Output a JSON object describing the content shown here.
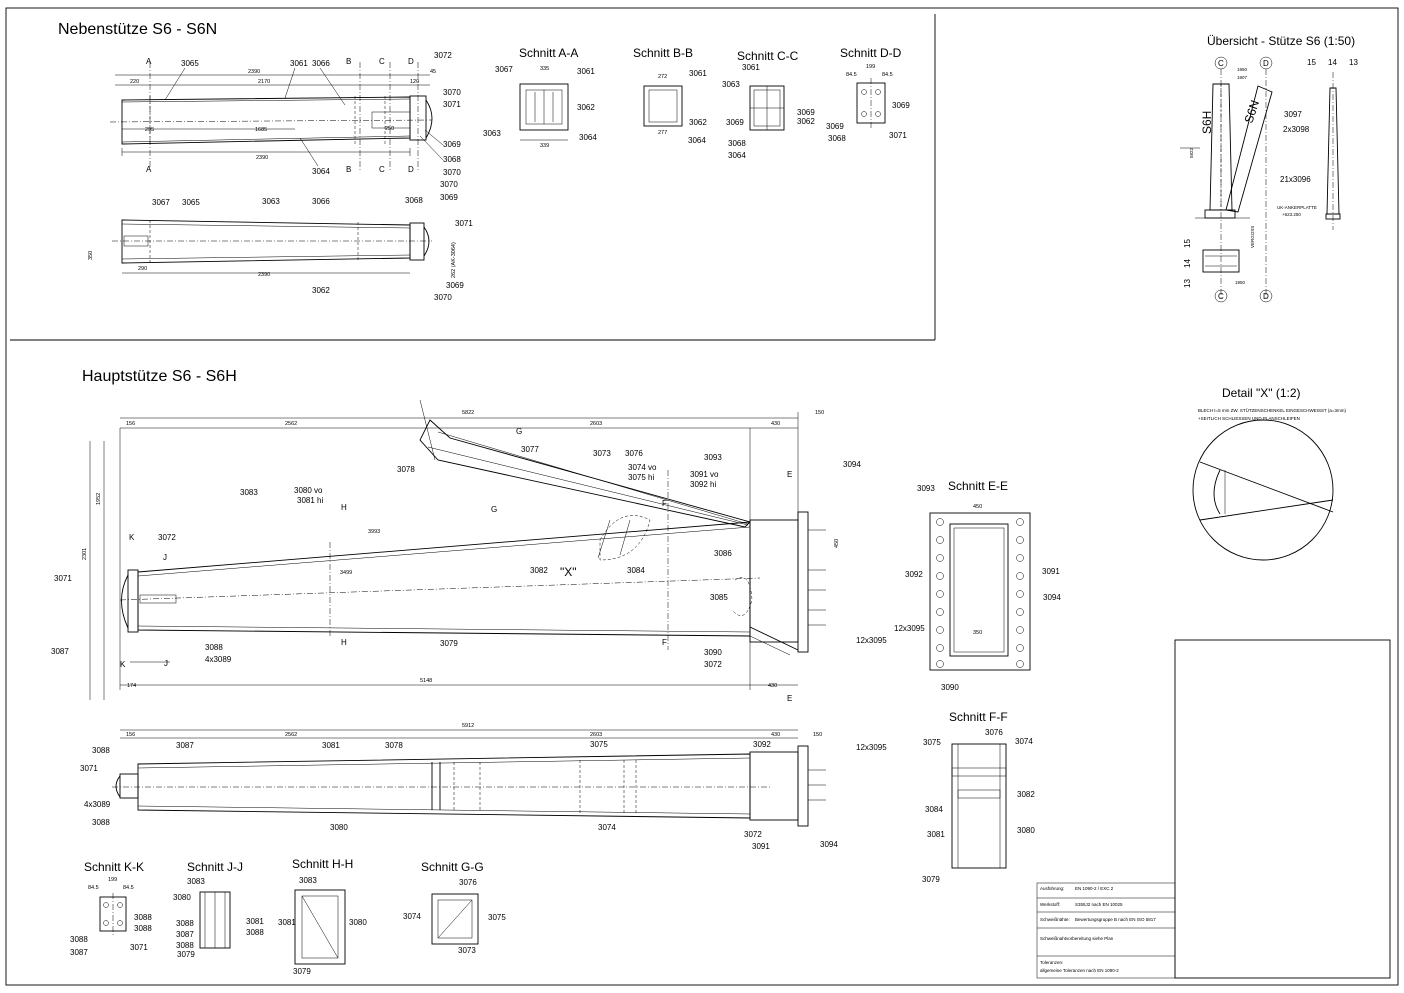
{
  "titles": {
    "neben": "Nebenstütze S6 - S6N",
    "haupt": "Hauptstütze S6 - S6H",
    "uebersicht": "Übersicht - Stütze S6 (1:50)",
    "detail_x": "Detail \"X\" (1:2)",
    "detail_x_note1": "BLECH t=5 mm ZW. STÜTZENSCHENKEL EINGESCHWEISST (a=3mm)",
    "detail_x_note2": "+SEITLICH SCHLIESSEN UND PLANSCHLEIFEN",
    "x_marker": "\"X\""
  },
  "sections": {
    "aa": "Schnitt A-A",
    "bb": "Schnitt B-B",
    "cc": "Schnitt C-C",
    "dd": "Schnitt D-D",
    "ee": "Schnitt E-E",
    "ff": "Schnitt F-F",
    "kk": "Schnitt K-K",
    "jj": "Schnitt J-J",
    "hh": "Schnitt H-H",
    "gg": "Schnitt G-G"
  },
  "neben_view1": {
    "d_2390_top": "2390",
    "d_220": "220",
    "d_2170": "2170",
    "d_45": "45",
    "d_120": "120",
    "d_1685": "1685",
    "d_295": "295",
    "d_250": "250",
    "d_2390_bot": "2390",
    "p3065": "3065",
    "p3061": "3061",
    "p3066": "3066",
    "p3072": "3072",
    "p3070a": "3070",
    "p3071": "3071",
    "p3069": "3069",
    "p3068": "3068",
    "p3070b": "3070",
    "p3064": "3064",
    "cut_a": "A",
    "cut_b": "B",
    "cut_c": "C",
    "cut_d": "D"
  },
  "neben_view2": {
    "p3067": "3067",
    "p3065": "3065",
    "p3063": "3063",
    "p3066": "3066",
    "p3068": "3068",
    "p3069a": "3069",
    "p3070a": "3070",
    "p3071": "3071",
    "p3062": "3062",
    "p3069b": "3069",
    "p3070b": "3070",
    "d_290": "290",
    "d_2390": "2390",
    "d_350": "350",
    "d_ok": "262 (AK-3064)"
  },
  "sec_aa": {
    "p3067": "3067",
    "p3061": "3061",
    "p3062": "3062",
    "p3063": "3063",
    "p3064": "3064",
    "d_335": "335",
    "d_339": "339"
  },
  "sec_bb": {
    "p3061": "3061",
    "p3062": "3062",
    "p3064": "3064",
    "d_272": "272",
    "d_277": "277"
  },
  "sec_cc": {
    "p3061": "3061",
    "p3063": "3063",
    "p3069a": "3069",
    "p3062": "3062",
    "p3069b": "3069",
    "p3068": "3068",
    "p3064": "3064"
  },
  "sec_dd": {
    "p3069a": "3069",
    "p3069b": "3069",
    "p3068": "3068",
    "p3071": "3071",
    "d_199": "199",
    "d_845a": "84.5",
    "d_845b": "84.5"
  },
  "uebersicht": {
    "c_top": "C",
    "d_top": "D",
    "c_bot": "C",
    "d_bot": "D",
    "s6h": "S6H",
    "s6n": "S6N",
    "p3097": "3097",
    "p3098": "2x3098",
    "p3096": "21x3096",
    "ank": "UK-ANKERPLATTE",
    "ank_val": "+623.250",
    "d_1950a": "1950",
    "d_1907": "1907",
    "d_1950b": "1950",
    "r15": "15",
    "r14": "14",
    "r13": "13",
    "l15": "15",
    "l14": "14",
    "l13": "13",
    "d_5822": "5822",
    "vergoss": "VERGOSS"
  },
  "haupt_view1": {
    "d_5822": "5822",
    "d_156": "156",
    "d_2562": "2562",
    "d_2603": "2603",
    "d_430": "430",
    "d_150": "150",
    "d_3993": "3993",
    "d_3499": "3499",
    "d_5148": "5148",
    "d_174": "174",
    "d_430b": "430",
    "d_2301": "2301",
    "d_1952": "1952",
    "d_450": "450",
    "p3078": "3078",
    "p3077": "3077",
    "p3073": "3073",
    "p3076": "3076",
    "p3074": "3074 vo",
    "p3075": "3075 hi",
    "p3091": "3091 vo",
    "p3092": "3092 hi",
    "p3093": "3093",
    "p3094": "3094",
    "p3083": "3083",
    "p3080": "3080 vo",
    "p3081": "3081 hi",
    "p3072": "3072",
    "p3071": "3071",
    "p3082": "3082",
    "p3084": "3084",
    "p3086": "3086",
    "p3085": "3085",
    "p3079": "3079",
    "p3088": "3088",
    "p3089": "4x3089",
    "p3087": "3087",
    "p3090": "3090",
    "p3072b": "3072",
    "p3095": "12x3095",
    "cut_k": "K",
    "cut_h": "H",
    "cut_g": "G",
    "cut_e": "E",
    "cut_f": "F",
    "cut_j": "J"
  },
  "haupt_view2": {
    "d_5912": "5912",
    "d_2562": "2562",
    "d_2603": "2603",
    "d_430": "430",
    "d_156": "156",
    "d_150": "150",
    "p3088a": "3088",
    "p3087": "3087",
    "p3081": "3081",
    "p3078": "3078",
    "p3075": "3075",
    "p3092": "3092",
    "p3095": "12x3095",
    "p3071": "3071",
    "p3089": "4x3089",
    "p3088b": "3088",
    "p3080": "3080",
    "p3074": "3074",
    "p3072": "3072",
    "p3091": "3091",
    "p3094": "3094"
  },
  "sec_ee": {
    "p3093": "3093",
    "p3092": "3092",
    "p3091": "3091",
    "p3094": "3094",
    "p3095": "12x3095",
    "p3090": "3090",
    "d_450": "450",
    "d_350": "350"
  },
  "sec_ff": {
    "p3075": "3075",
    "p3076": "3076",
    "p3074": "3074",
    "p3082": "3082",
    "p3084": "3084",
    "p3080": "3080",
    "p3081": "3081",
    "p3079": "3079"
  },
  "sec_kk": {
    "p3088a": "3088",
    "p3088b": "3088",
    "p3088c": "3088",
    "p3087": "3087",
    "p3071": "3071",
    "d_199": "199",
    "d_845a": "84.5",
    "d_845b": "84.5"
  },
  "sec_jj": {
    "p3083": "3083",
    "p3080": "3080",
    "p3081": "3081",
    "p3088a": "3088",
    "p3088b": "3088",
    "p3087": "3087",
    "p3088c": "3088",
    "p3079": "3079"
  },
  "sec_hh": {
    "p3083": "3083",
    "p3081": "3081",
    "p3080": "3080",
    "p3079": "3079"
  },
  "sec_gg": {
    "p3076": "3076",
    "p3074": "3074",
    "p3075": "3075",
    "p3073": "3073"
  },
  "notes": {
    "n1": "Ausführung:",
    "n1v": "EN 1090-2 / EXC 2",
    "n2": "Werkstoff:",
    "n2v": "S355J2 nach EN 10025",
    "n3": "Schweißnähte:",
    "n3v": "Bewertungsgruppe B nach EN ISO 5817",
    "n4": "Schweißnahtvorbereitung siehe Plan",
    "n5": "Toleranzen:",
    "n5v": "allgemeine Toleranzen nach EN 1090-2"
  }
}
